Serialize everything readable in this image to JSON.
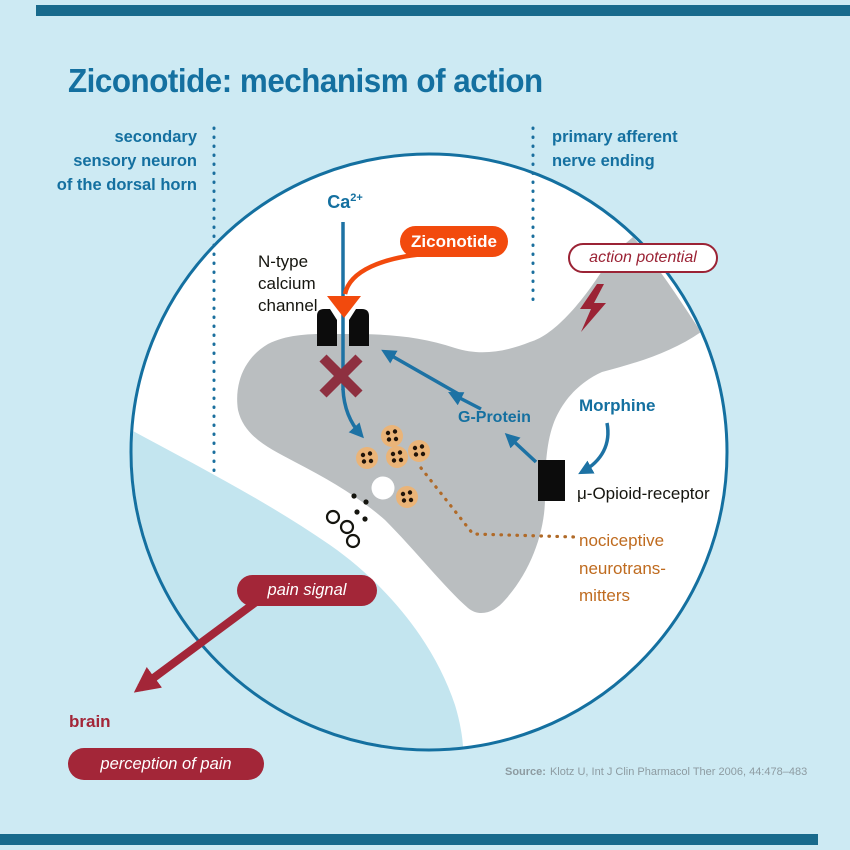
{
  "title": "Ziconotide: mechanism of action",
  "region_labels": {
    "secondary_neuron": {
      "lines": [
        "secondary",
        "sensory neuron",
        "of the dorsal horn"
      ]
    },
    "primary_afferent": {
      "lines": [
        "primary afferent",
        "nerve ending"
      ]
    }
  },
  "diagram": {
    "calcium_ion": {
      "base": "Ca",
      "superscript": "2+"
    },
    "ziconotide_badge": "Ziconotide",
    "calcium_channel": {
      "lines": [
        "N-type",
        "calcium",
        "channel"
      ]
    },
    "action_potential_badge": "action potential",
    "g_protein": "G-Protein",
    "morphine": "Morphine",
    "opioid_receptor": "μ-Opioid-receptor",
    "neurotransmitters": {
      "lines": [
        "nociceptive",
        "neurotrans-",
        "mitters"
      ]
    },
    "pain_signal_badge": "pain signal",
    "brain": "brain",
    "perception_badge": "perception of pain"
  },
  "source": {
    "label": "Source:",
    "citation": "Klotz U, Int J Clin Pharmacol Ther 2006, 44:478–483"
  },
  "colors": {
    "background": "#cdeaf3",
    "accent_bar": "#186a8c",
    "heading_blue": "#1470a0",
    "arrow_blue": "#1d72a4",
    "ziconotide_orange": "#f24a0d",
    "badge_dark_red": "#a32638",
    "outline_maroon": "#9b2335",
    "x_mark_maroon": "#8e3040",
    "presynaptic_gray": "#babec0",
    "postsynaptic_blue": "#c3e5ef",
    "vesicle_tan": "#eab478",
    "neurotransmitter_brown": "#bf6b1f",
    "source_gray": "#8d9ba1"
  }
}
